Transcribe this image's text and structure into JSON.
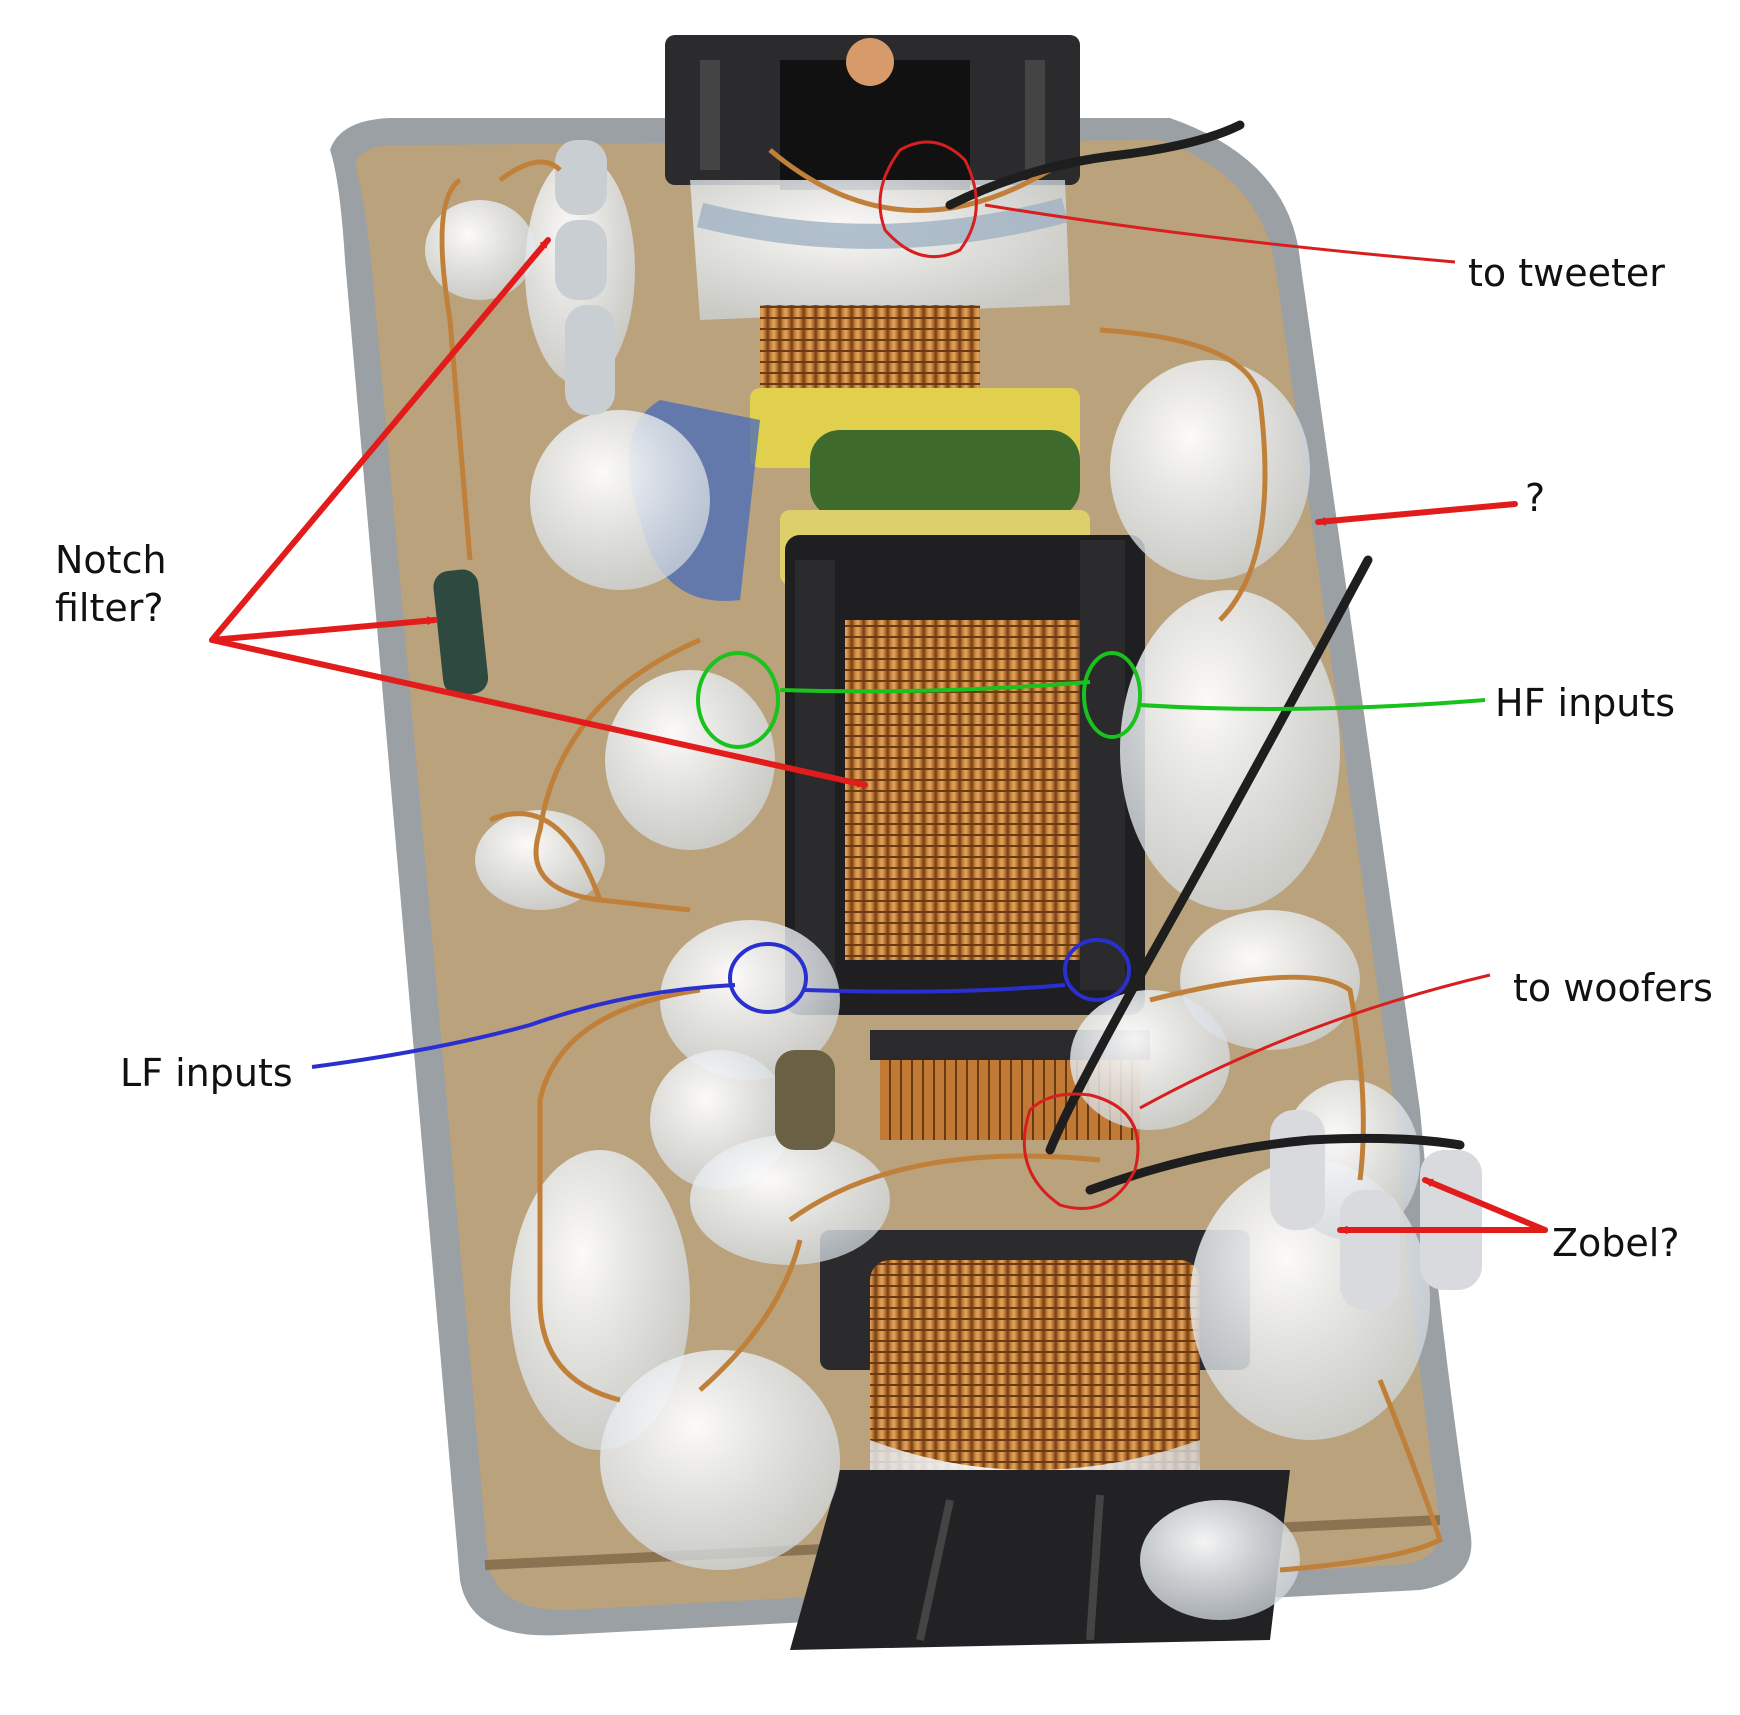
{
  "annotations": {
    "notch_filter": "Notch\nfilter?",
    "to_tweeter": "to tweeter",
    "unknown": "?",
    "hf_inputs": "HF inputs",
    "to_woofers": "to woofers",
    "lf_inputs": "LF inputs",
    "zobel": "Zobel?"
  },
  "colors": {
    "arrow": "#e21b1b",
    "hf_marker": "#19c21c",
    "lf_marker": "#2a2fd0",
    "red_marker": "#d81f1f",
    "board": "#b9a27c",
    "copper": "#b8742f",
    "glue": "#e8ecef",
    "bobbin": "#2b2b2d"
  }
}
